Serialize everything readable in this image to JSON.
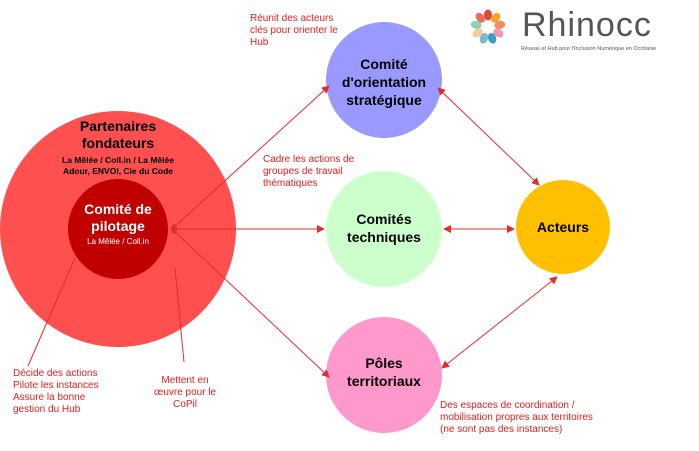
{
  "logo": {
    "name": "Rhinocc",
    "tagline": "Réseau et Hub pour l'Inclusion Numérique en Occitanie",
    "petal_colors": [
      "#e8463c",
      "#f5a623",
      "#f28a65",
      "#ef9ab5",
      "#3a9fbf",
      "#7fb8c8",
      "#f2c9a0",
      "#8fcfb0",
      "#e96f5b"
    ]
  },
  "colors": {
    "outer_circle": "#ff5050",
    "copil_circle": "#c00000",
    "orientation": "#9999ff",
    "techniques": "#ccffcc",
    "poles": "#ff99cc",
    "acteurs": "#ffc000",
    "arrow": "#e32c2c",
    "note_text": "#e0201c"
  },
  "nodes": {
    "partenaires_title_1": "Partenaires",
    "partenaires_title_2": "fondateurs",
    "partenaires_sub_1": "La Mêlée / Coll.in / La Mêlée",
    "partenaires_sub_2": "Adour, ENVOI, Cie du Code",
    "copil_title_1": "Comité de",
    "copil_title_2": "pilotage",
    "copil_sub": "La Mêlée / Coll.in",
    "orientation_1": "Comité",
    "orientation_2": "d'orientation",
    "orientation_3": "stratégique",
    "techniques_1": "Comités",
    "techniques_2": "techniques",
    "poles_1": "Pôles",
    "poles_2": "territoriaux",
    "acteurs": "Acteurs"
  },
  "notes": {
    "orientation_1": "Réunit des acteurs",
    "orientation_2": "clés pour orienter le",
    "orientation_3": "Hub",
    "techniques_1": "Cadre les actions de",
    "techniques_2": "groupes de travail",
    "techniques_3": "thématiques",
    "copil_1": "Décide des actions",
    "copil_2": "Pilote les instances",
    "copil_3": "Assure la bonne",
    "copil_4": "gestion du Hub",
    "partenaires_1": "Mettent en",
    "partenaires_2": "œuvre pour le",
    "partenaires_3": "CoPil",
    "poles_1": "Des espaces de coordination /",
    "poles_2": "mobilisation propres aux territoires",
    "poles_3": "(ne sont pas des instances)"
  }
}
